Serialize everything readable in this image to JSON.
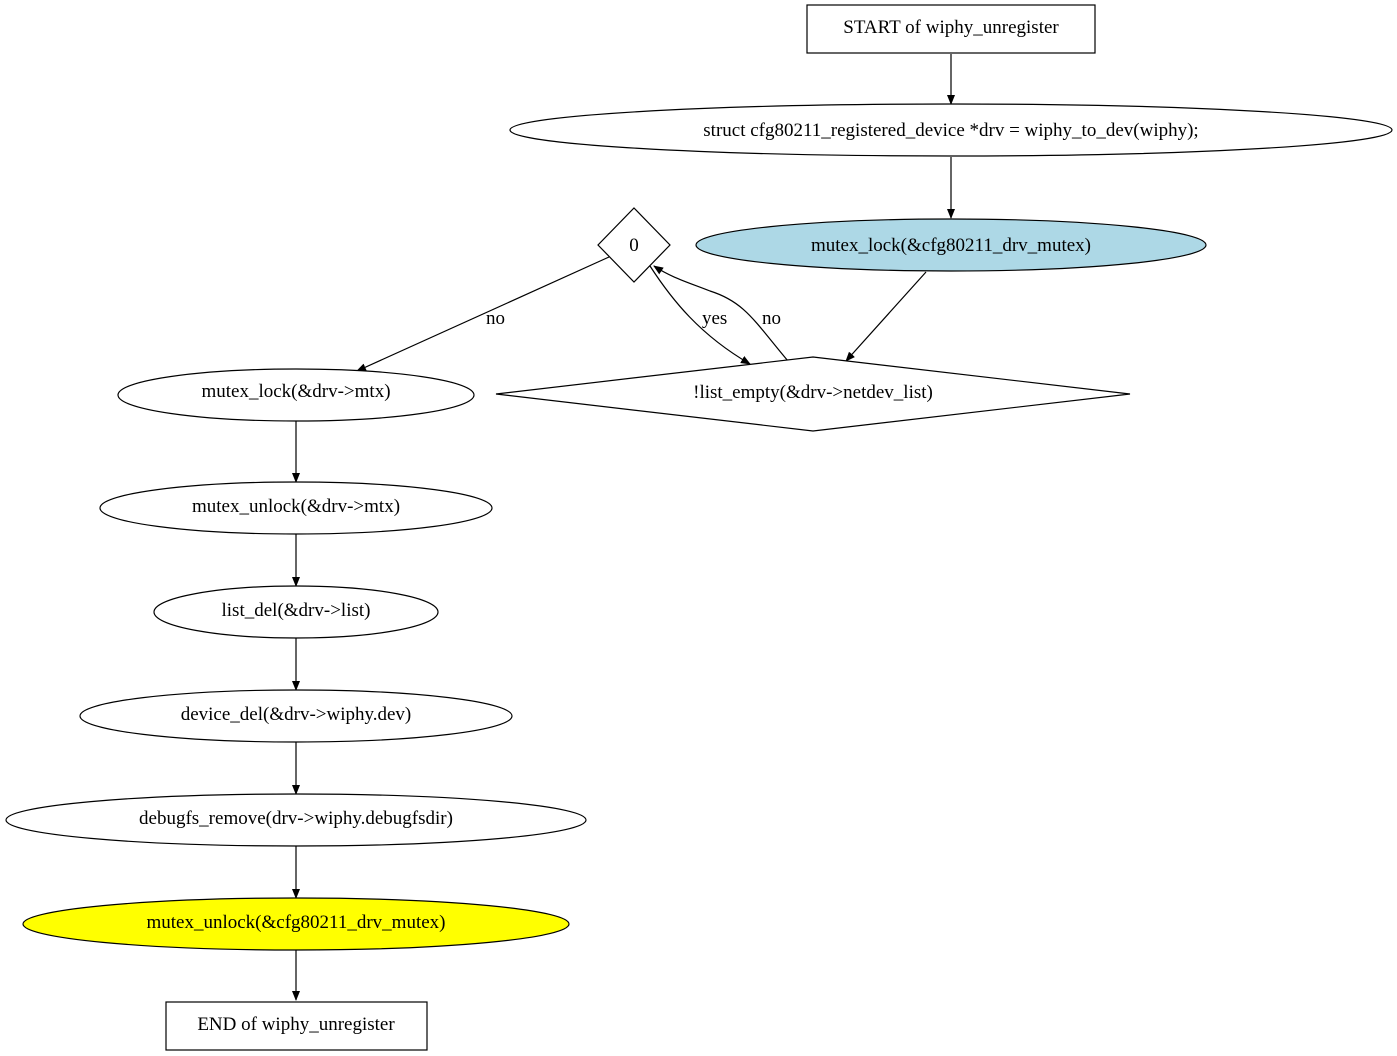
{
  "colors": {
    "default_fill": "#ffffff",
    "highlight_blue": "#add8e6",
    "highlight_yellow": "#ffff00",
    "stroke": "#000000"
  },
  "nodes": {
    "start": {
      "label": "START of wiphy_unregister",
      "shape": "rectangle"
    },
    "drv_decl": {
      "label": "struct cfg80211_registered_device *drv = wiphy_to_dev(wiphy);",
      "shape": "ellipse"
    },
    "mutex_lock_cfg": {
      "label": "mutex_lock(&cfg80211_drv_mutex)",
      "shape": "ellipse",
      "fill": "highlight_blue"
    },
    "cond_zero": {
      "label": "0",
      "shape": "diamond"
    },
    "cond_list_empty": {
      "label": "!list_empty(&drv->netdev_list)",
      "shape": "diamond"
    },
    "mutex_lock_mtx": {
      "label": "mutex_lock(&drv->mtx)",
      "shape": "ellipse"
    },
    "mutex_unlock_mtx": {
      "label": "mutex_unlock(&drv->mtx)",
      "shape": "ellipse"
    },
    "list_del": {
      "label": "list_del(&drv->list)",
      "shape": "ellipse"
    },
    "device_del": {
      "label": "device_del(&drv->wiphy.dev)",
      "shape": "ellipse"
    },
    "debugfs_remove": {
      "label": "debugfs_remove(drv->wiphy.debugfsdir)",
      "shape": "ellipse"
    },
    "mutex_unlock_cfg": {
      "label": "mutex_unlock(&cfg80211_drv_mutex)",
      "shape": "ellipse",
      "fill": "highlight_yellow"
    },
    "end": {
      "label": "END of wiphy_unregister",
      "shape": "rectangle"
    }
  },
  "edges": [
    {
      "from": "start",
      "to": "drv_decl",
      "label": ""
    },
    {
      "from": "drv_decl",
      "to": "mutex_lock_cfg",
      "label": ""
    },
    {
      "from": "mutex_lock_cfg",
      "to": "cond_list_empty",
      "label": ""
    },
    {
      "from": "cond_list_empty",
      "to": "cond_zero",
      "label": "no"
    },
    {
      "from": "cond_zero",
      "to": "cond_list_empty",
      "label": "yes"
    },
    {
      "from": "cond_zero",
      "to": "mutex_lock_mtx",
      "label": "no"
    },
    {
      "from": "mutex_lock_mtx",
      "to": "mutex_unlock_mtx",
      "label": ""
    },
    {
      "from": "mutex_unlock_mtx",
      "to": "list_del",
      "label": ""
    },
    {
      "from": "list_del",
      "to": "device_del",
      "label": ""
    },
    {
      "from": "device_del",
      "to": "debugfs_remove",
      "label": ""
    },
    {
      "from": "debugfs_remove",
      "to": "mutex_unlock_cfg",
      "label": ""
    },
    {
      "from": "mutex_unlock_cfg",
      "to": "end",
      "label": ""
    }
  ],
  "edge_labels": {
    "zero_no": "no",
    "zero_yes": "yes",
    "list_empty_no": "no"
  }
}
